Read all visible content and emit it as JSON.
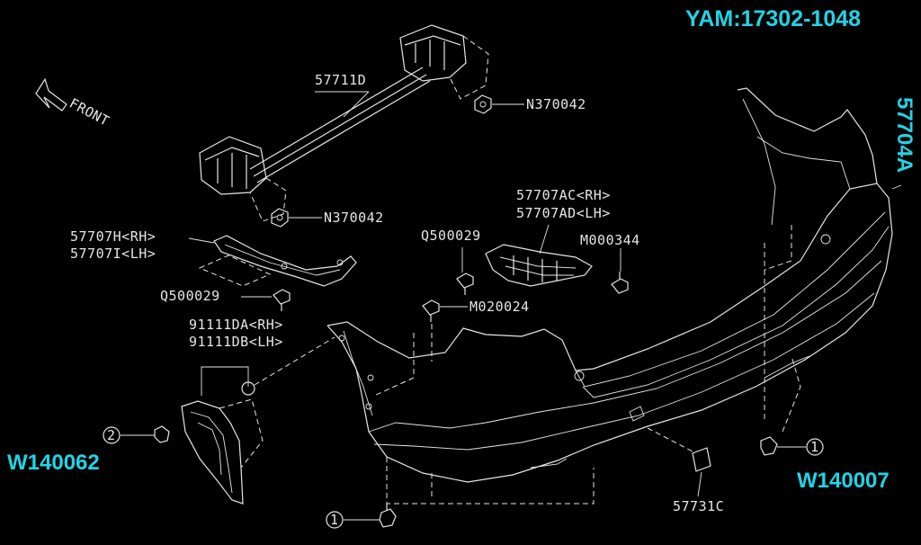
{
  "header": {
    "part_ref": "YAM:17302-1048"
  },
  "orientation": {
    "front_label": "FRONT"
  },
  "callouts": {
    "bumper_main": "57704A",
    "beam": "57711D",
    "nut_upper": "N370042",
    "nut_lower": "N370042",
    "bracket_left_rh": "57707H<RH>",
    "bracket_left_lh": "57707I<LH>",
    "bracket_right_rh": "57707AC<RH>",
    "bracket_right_lh": "57707AD<LH>",
    "clip_q_right": "Q500029",
    "clip_q_left": "Q500029",
    "screw_m000344": "M000344",
    "screw_m020024": "M020024",
    "mudguard_rh": "91111DA<RH>",
    "mudguard_lh": "91111DB<LH>",
    "reflector": "57731C",
    "ref_w_left": "W140062",
    "ref_w_right": "W140007",
    "circle_2": "2",
    "circle_1_bottom": "1",
    "circle_1_right": "1"
  }
}
